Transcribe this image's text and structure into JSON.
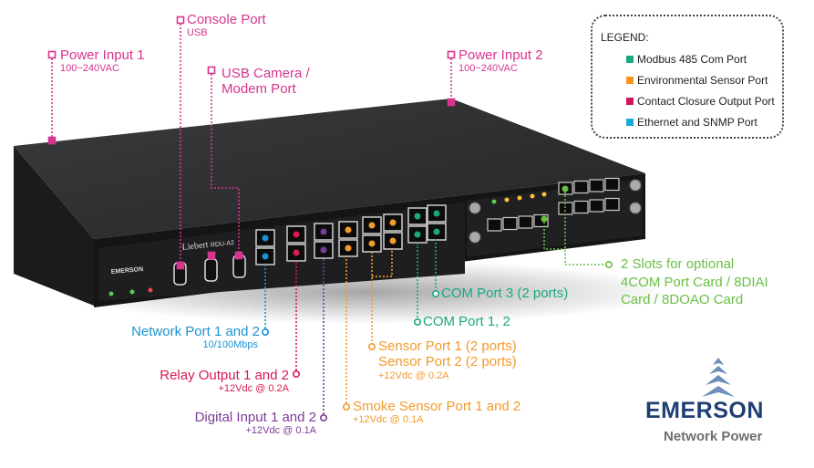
{
  "legend": {
    "title": "LEGEND:",
    "items": [
      {
        "label": "Modbus 485 Com Port",
        "color": "#1aa882"
      },
      {
        "label": "Environmental Sensor Port",
        "color": "#f7941d"
      },
      {
        "label": "Contact Closure Output Port",
        "color": "#d4145a"
      },
      {
        "label": "Ethernet and SNMP Port",
        "color": "#1ba9d8"
      }
    ]
  },
  "callouts": {
    "power1": {
      "title": "Power Input 1",
      "sub": "100~240VAC"
    },
    "console": {
      "title": "Console Port",
      "sub": "USB"
    },
    "usbcam": {
      "title1": "USB Camera /",
      "title2": "Modem Port"
    },
    "power2": {
      "title": "Power Input 2",
      "sub": "100~240VAC"
    },
    "network": {
      "title": "Network Port 1 and 2",
      "sub": "10/100Mbps"
    },
    "relay": {
      "title": "Relay Output 1 and 2",
      "sub": "+12Vdc @ 0.2A"
    },
    "digital": {
      "title": "Digital Input 1 and 2",
      "sub": "+12Vdc @ 0.1A"
    },
    "smoke": {
      "title": "Smoke Sensor Port 1 and 2",
      "sub": "+12Vdc @ 0.1A"
    },
    "sensor": {
      "title1": "Sensor Port 1 (2 ports)",
      "title2": "Sensor Port 2 (2 ports)",
      "sub": "+12Vdc @ 0.2A"
    },
    "com12": {
      "title": "COM Port 1, 2"
    },
    "com3": {
      "title": "COM Port 3 (2 ports)"
    },
    "slots": {
      "line1": "2 Slots for optional",
      "line2": "4COM Port Card / 8DIAI",
      "line3": "Card / 8DOAO Card"
    }
  },
  "device": {
    "brand": "Liebert",
    "model": "RDU-A2",
    "panel_brand": "EMERSON"
  },
  "brand": {
    "name": "EMERSON",
    "sub": "Network Power"
  },
  "colors": {
    "pink": "#d6348f",
    "blue": "#1a93d3",
    "red": "#d81b50",
    "purple": "#7b3a96",
    "orange": "#f39a2d",
    "teal": "#1aa882",
    "green": "#6abf45"
  }
}
